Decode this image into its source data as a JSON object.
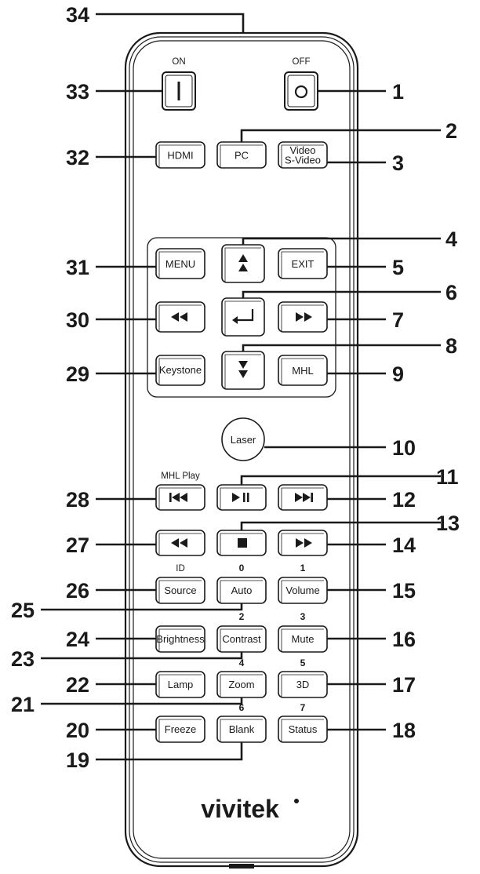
{
  "brand": "vivitek",
  "labels": {
    "on": "ON",
    "off": "OFF",
    "mhl_play": "MHL  Play",
    "id": "ID",
    "n0": "0",
    "n1": "1",
    "n2": "2",
    "n3": "3",
    "n4": "4",
    "n5": "5",
    "n6": "6",
    "n7": "7"
  },
  "buttons": {
    "power_on": "I",
    "power_off": "O",
    "hdmi": "HDMI",
    "pc": "PC",
    "video_line1": "Video",
    "video_line2": "S-Video",
    "menu": "MENU",
    "exit": "EXIT",
    "keystone": "Keystone",
    "mhl": "MHL",
    "laser": "Laser",
    "source": "Source",
    "auto": "Auto",
    "volume": "Volume",
    "brightness": "Brightness",
    "contrast": "Contrast",
    "mute": "Mute",
    "lamp": "Lamp",
    "zoom": "Zoom",
    "three_d": "3D",
    "freeze": "Freeze",
    "blank": "Blank",
    "status": "Status"
  },
  "callouts": [
    "1",
    "2",
    "3",
    "4",
    "5",
    "6",
    "7",
    "8",
    "9",
    "10",
    "11",
    "12",
    "13",
    "14",
    "15",
    "16",
    "17",
    "18",
    "19",
    "20",
    "21",
    "22",
    "23",
    "24",
    "25",
    "26",
    "27",
    "28",
    "29",
    "30",
    "31",
    "32",
    "33",
    "34"
  ]
}
